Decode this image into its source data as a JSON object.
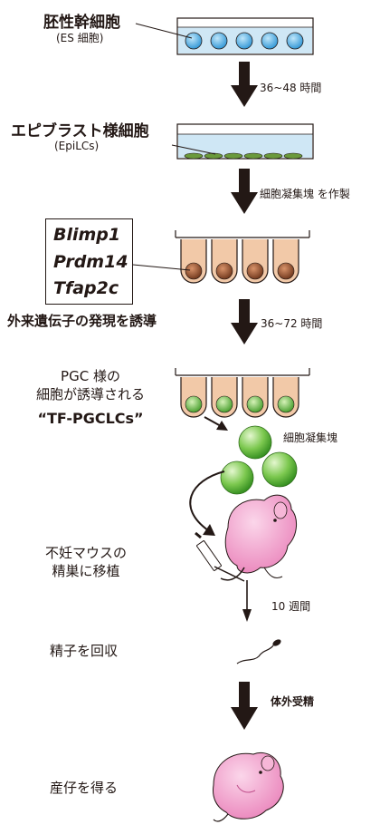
{
  "labels": {
    "es_cell": "胚性幹細胞",
    "es_cell_sub": "(ES 細胞)",
    "epi_cell": "エピブラスト様細胞",
    "epi_cell_sub": "(EpiLCs)",
    "genes": [
      "Blimp1",
      "Prdm14",
      "Tfap2c"
    ],
    "induce_genes": "外来遺伝子の発現を誘導",
    "pgc_line1": "PGC 様の",
    "pgc_line2": "細胞が誘導される",
    "pgc_name": "“TF-PGCLCs”",
    "infertile_line1": "不妊マウスの",
    "infertile_line2": "精巣に移植",
    "collect_sperm": "精子を回収",
    "offspring": "産仔を得る"
  },
  "steps": {
    "hours_1": "36~48 時間",
    "aggregate_make": "細胞凝集塊 を作製",
    "hours_2": "36~72 時間",
    "aggregates": "細胞凝集塊",
    "weeks": "10 週間",
    "ivf": "体外受精"
  },
  "colors": {
    "es_cell_fill": "#3aa8e0",
    "dish_medium": "#cfe7f5",
    "epi_cell_fill": "#6a9a3c",
    "well_medium": "#f2c9a8",
    "brown_aggregate": "#8b4a2a",
    "green_aggregate": "#6cbf45",
    "mouse_pink": "#f29ac8",
    "arrow": "#231815"
  },
  "icons": [
    "down-arrow-icon",
    "curved-arrow-icon",
    "syringe-icon",
    "mouse-pup-icon",
    "sperm-icon",
    "newborn-mouse-icon"
  ]
}
